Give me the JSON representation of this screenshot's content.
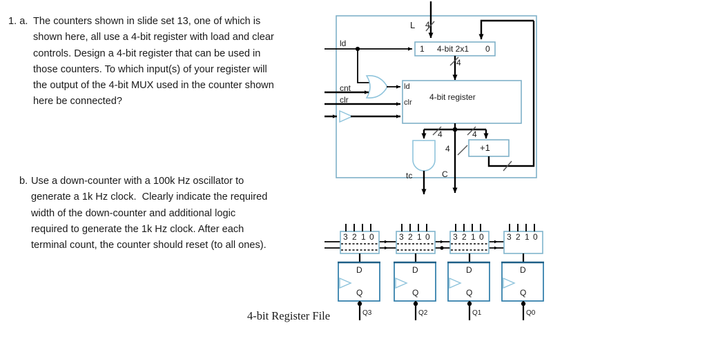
{
  "page": {
    "background": "#ffffff",
    "text_color": "#1a1a1a"
  },
  "questions": [
    {
      "marker": "1. a.",
      "body": "The counters shown in slide set 13, one of which is\nshown here, all use a 4-bit register with load and clear\ncontrols. Design a 4-bit register that can be used in\nthose counters. To which input(s) of your register will\nthe output of the 4-bit MUX used in the counter shown\nhere be connected?"
    },
    {
      "marker": "b.",
      "body": "Use a down-counter with a 100k Hz oscillator to\ngenerate a 1k Hz clock.  Clearly indicate the required\nwidth of the down-counter and additional logic\nrequired to generate the 1k Hz clock. After each\nterminal count, the counter should reset (to all ones)."
    }
  ],
  "caption": {
    "register_file": "4-bit Register File"
  },
  "counter_diagram": {
    "title_block_outline_color": "#7fb0c8",
    "wire_color": "#000000",
    "inputs": {
      "load_data": "L",
      "load_data_width": "4",
      "ld": "ld",
      "cnt": "cnt",
      "clr": "clr"
    },
    "mux": {
      "input_1_label": "1",
      "name": "4-bit 2x1",
      "input_0_label": "0",
      "output_width": "4"
    },
    "register": {
      "name": "4-bit register",
      "port_ld": "ld",
      "port_clr": "clr"
    },
    "incrementer": {
      "label": "+1"
    },
    "widths": {
      "mux_out": "4",
      "and_branch": "4",
      "count_out": "4",
      "inc_branch": "4"
    },
    "outputs": {
      "terminal_count": "tc",
      "count": "C"
    }
  },
  "register_file_diagram": {
    "mux_select_labels": [
      "3",
      "2",
      "1",
      "0"
    ],
    "cells": [
      {
        "mux_labels": [
          "3",
          "2",
          "1",
          "0"
        ],
        "d_port": "D",
        "q_port": "Q",
        "output": "Q3",
        "has_bus_through": true
      },
      {
        "mux_labels": [
          "3",
          "2",
          "1",
          "0"
        ],
        "d_port": "D",
        "q_port": "Q",
        "output": "Q2",
        "has_bus_through": true
      },
      {
        "mux_labels": [
          "3",
          "2",
          "1",
          "0"
        ],
        "d_port": "D",
        "q_port": "Q",
        "output": "Q1",
        "has_bus_through": true
      },
      {
        "mux_labels": [
          "3",
          "2",
          "1",
          "0"
        ],
        "d_port": "D",
        "q_port": "Q",
        "output": "Q0",
        "has_bus_through": false
      }
    ],
    "colors": {
      "mux_box_border": "#7fb4cc",
      "ff_box_border": "#2b7aa8",
      "ff_box_top_border": "#1d5f86",
      "bus_line": "#000000"
    }
  }
}
